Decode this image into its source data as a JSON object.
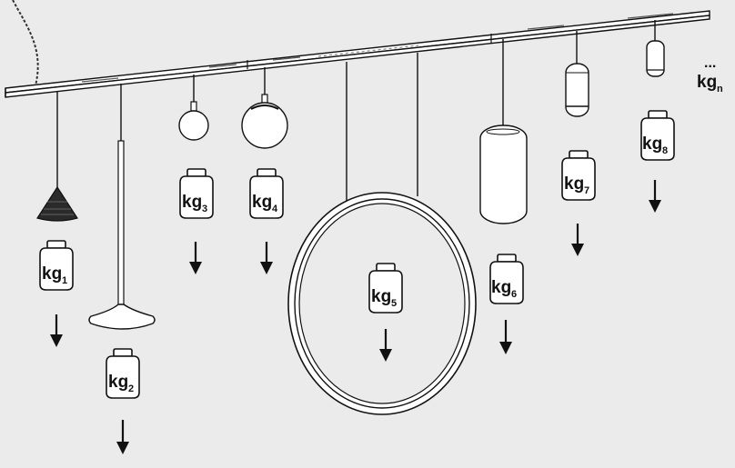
{
  "colors": {
    "background": "#ebebeb",
    "line": "#111111",
    "fixture_fill": "#ffffff",
    "cone_fill": "#2a2a2a"
  },
  "track": {
    "ellipsis": "...",
    "last_label": {
      "main": "kg",
      "sub": "n"
    }
  },
  "lights": [
    {
      "id": "cone-pendant",
      "weight": {
        "main": "kg",
        "sub": "1"
      }
    },
    {
      "id": "disc-pendant",
      "weight": {
        "main": "kg",
        "sub": "2"
      }
    },
    {
      "id": "small-globe",
      "weight": {
        "main": "kg",
        "sub": "3"
      }
    },
    {
      "id": "large-globe",
      "weight": {
        "main": "kg",
        "sub": "4"
      }
    },
    {
      "id": "ring-luminaire",
      "weight": {
        "main": "kg",
        "sub": "5"
      }
    },
    {
      "id": "tall-capsule",
      "weight": {
        "main": "kg",
        "sub": "6"
      }
    },
    {
      "id": "medium-capsule",
      "weight": {
        "main": "kg",
        "sub": "7"
      }
    },
    {
      "id": "small-capsule",
      "weight": {
        "main": "kg",
        "sub": "8"
      }
    }
  ]
}
